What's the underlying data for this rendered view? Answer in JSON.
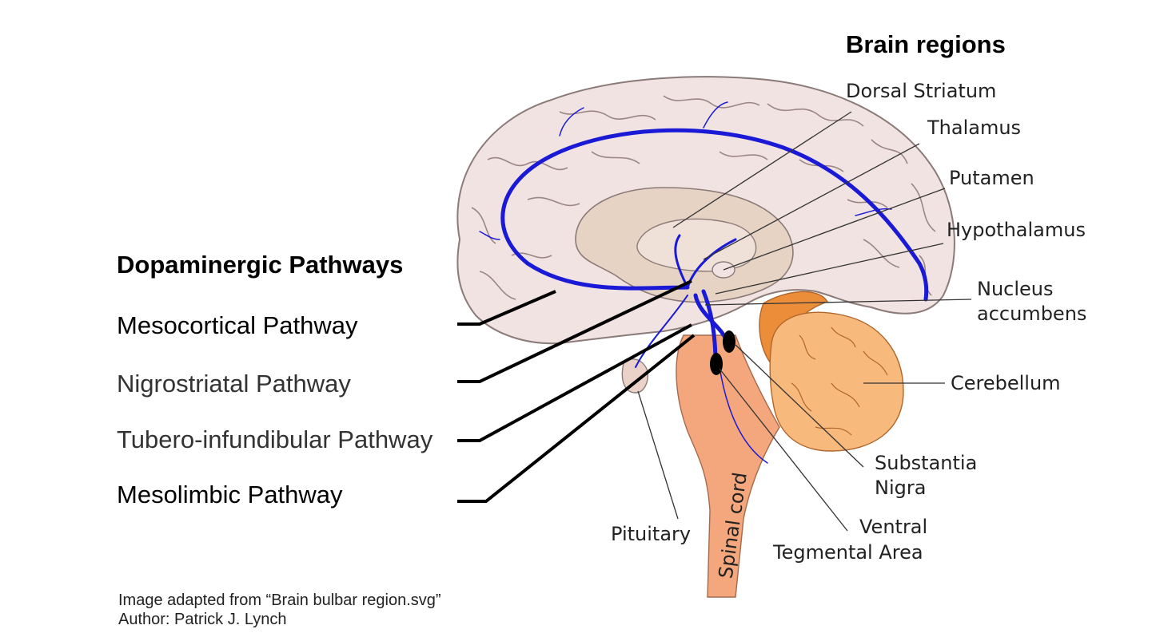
{
  "brain_regions": {
    "title": "Brain regions",
    "labels": {
      "dorsal_striatum": "Dorsal Striatum",
      "thalamus": "Thalamus",
      "putamen": "Putamen",
      "hypothalamus": "Hypothalamus",
      "nucleus_accumbens_1": "Nucleus",
      "nucleus_accumbens_2": "accumbens",
      "cerebellum": "Cerebellum",
      "substantia_nigra_1": "Substantia",
      "substantia_nigra_2": "Nigra",
      "ventral_tegmental_1": "Ventral",
      "ventral_tegmental_2": "Tegmental Area",
      "pituitary": "Pituitary",
      "spinal_cord": "Spinal cord"
    }
  },
  "dopaminergic_pathways": {
    "title": "Dopaminergic Pathways",
    "items": [
      "Mesocortical Pathway",
      "Nigrostriatal Pathway",
      "Tubero-infundibular Pathway",
      "Mesolimbic Pathway"
    ]
  },
  "credit": {
    "line1": "Image adapted from “Brain bulbar region.svg”",
    "line2": "Author: Patrick J. Lynch"
  },
  "colors": {
    "cortex_fill": "#f1e3e1",
    "cortex_outline": "#8a7a78",
    "inner_fill": "#e6d3c4",
    "brainstem": "#f4a77d",
    "cerebellum_light": "#f7b97c",
    "cerebellum_dark": "#ec8d3a",
    "pathway_blue": "#1a1ad6"
  }
}
